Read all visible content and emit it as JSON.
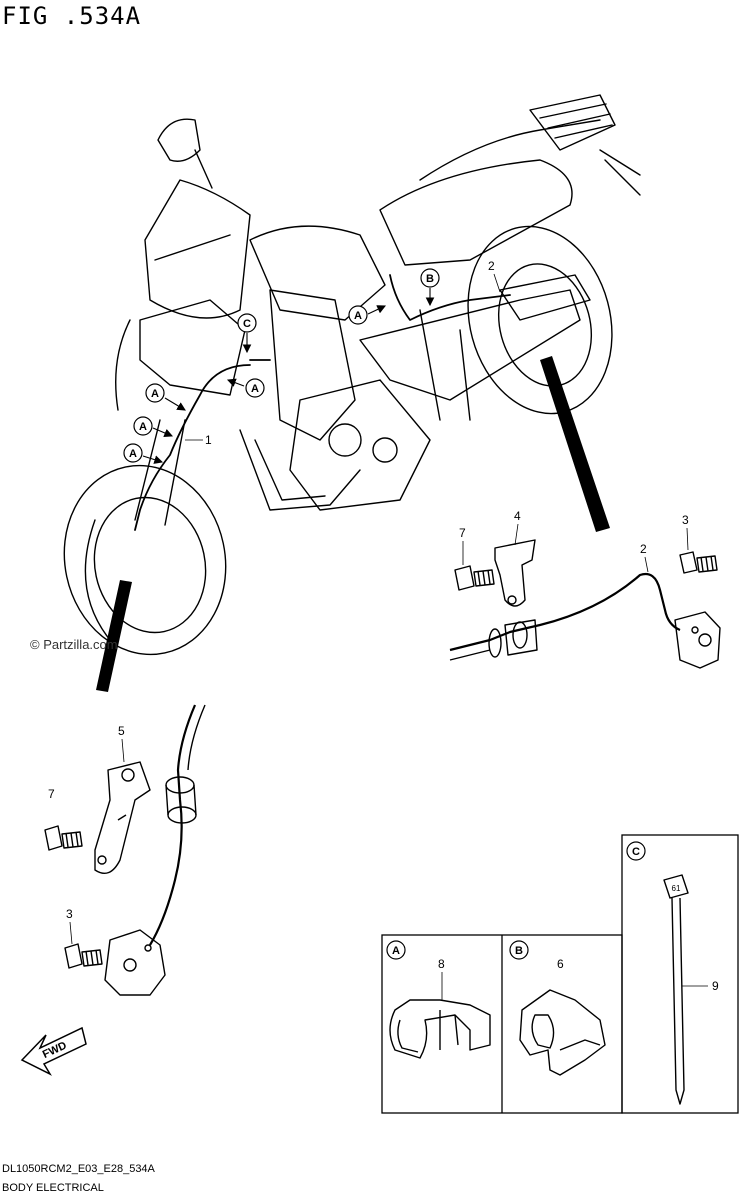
{
  "figure": {
    "title": "FIG .534A",
    "footer_code": "DL1050RCM2_E03_E28_534A",
    "footer_section": "BODY ELECTRICAL",
    "watermark": "© Partzilla.com",
    "fwd_label": "FWD"
  },
  "callouts": {
    "a": "A",
    "b": "B",
    "c": "C"
  },
  "parts": [
    {
      "ref": "1"
    },
    {
      "ref": "2"
    },
    {
      "ref": "3"
    },
    {
      "ref": "4"
    },
    {
      "ref": "5"
    },
    {
      "ref": "6"
    },
    {
      "ref": "7"
    },
    {
      "ref": "8"
    },
    {
      "ref": "9"
    }
  ],
  "colors": {
    "line": "#000000",
    "background": "#ffffff"
  }
}
